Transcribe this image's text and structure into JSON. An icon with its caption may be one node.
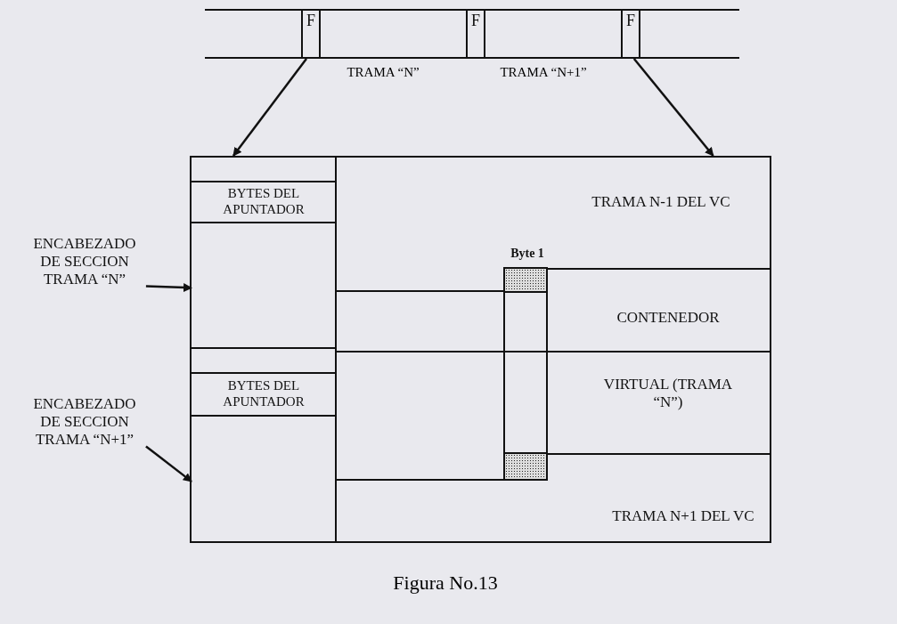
{
  "diagram": {
    "caption": "Figura No.13",
    "nodes": [
      {
        "text": [],
        "shape": "bar"
      },
      {
        "text": [
          "F"
        ],
        "in": 0
      },
      {
        "text": [
          "F"
        ],
        "in": 0
      },
      {
        "text": [
          "F"
        ],
        "in": 0
      },
      {
        "text": [],
        "shape": "box"
      },
      {
        "text": [
          "BYTES DEL APUNTADOR"
        ],
        "in": 4
      },
      {
        "text": [],
        "shape": "box",
        "in": 4
      },
      {
        "text": [
          "BYTES DEL APUNTADOR"
        ],
        "in": 4
      },
      {
        "text": [],
        "shape": "box",
        "in": 4
      },
      {
        "text": [
          "ENCABEZADO DE SECCION TRAMA “N”"
        ]
      },
      {
        "text": [
          "ENCABEZADO DE SECCION TRAMA “N+1”"
        ]
      },
      {
        "text": [
          "TRAMA N-1 DEL VC"
        ],
        "in": 4
      },
      {
        "text": [
          "CONTENEDOR",
          "VIRTUAL (TRAMA “N”)"
        ],
        "in": 4
      },
      {
        "text": [],
        "shape": "bar",
        "beside": [
          "Byte 1"
        ],
        "in": 4
      },
      {
        "text": [
          "TRAMA N+1 DEL VC"
        ],
        "in": 4
      }
    ],
    "edges": [
      {
        "from": 0,
        "to": 4,
        "arrow": "to"
      },
      {
        "from": 0,
        "to": 4,
        "arrow": "to"
      },
      {
        "from": 9,
        "to": 6,
        "arrow": "to"
      },
      {
        "from": 10,
        "to": 8,
        "arrow": "to"
      }
    ],
    "labels": [
      "TRAMA “N”",
      "TRAMA “N+1”"
    ]
  }
}
